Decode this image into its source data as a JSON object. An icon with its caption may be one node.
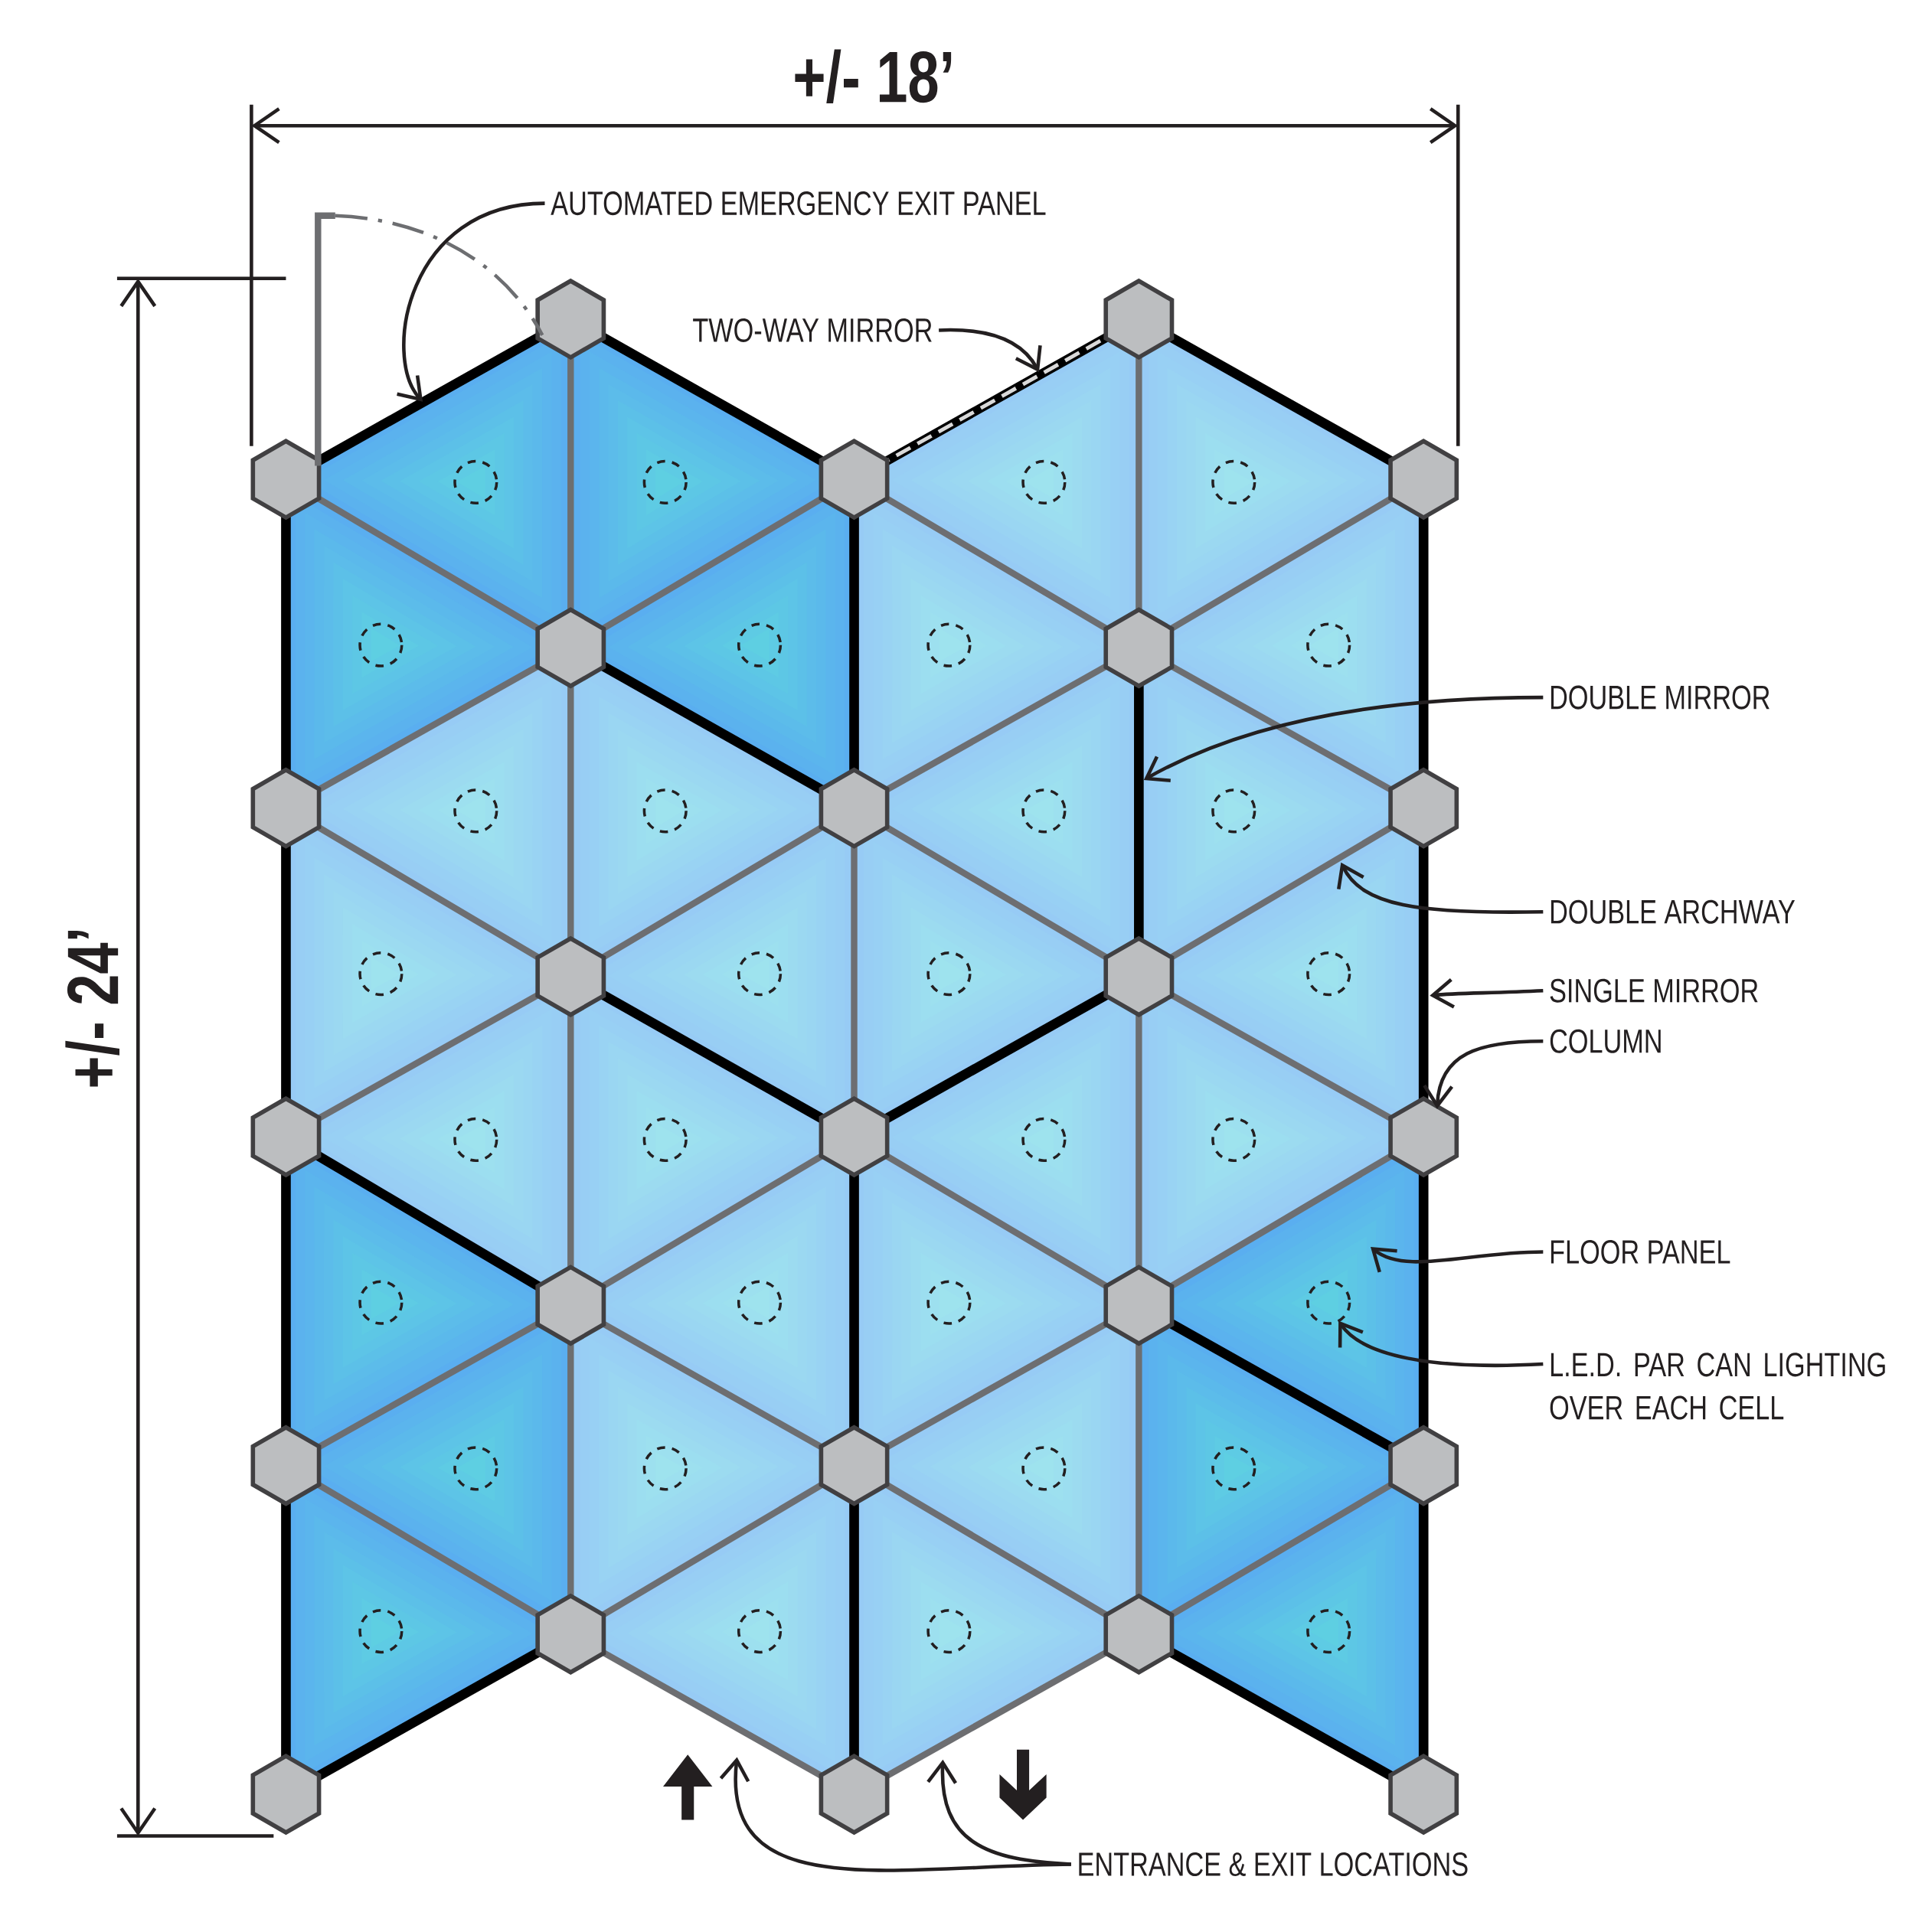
{
  "diagram": {
    "nodes": [
      {
        "text": [
          "AUTOMATED EMERGENCY EXIT PANEL"
        ]
      },
      {
        "text": [
          "TWO-WAY MIRROR"
        ]
      },
      {
        "text": [
          "DOUBLE MIRROR"
        ]
      },
      {
        "text": [
          "DOUBLE ARCHWAY"
        ]
      },
      {
        "text": [
          "SINGLE MIRROR"
        ]
      },
      {
        "text": [
          "COLUMN"
        ]
      },
      {
        "text": [
          "FLOOR PANEL"
        ]
      },
      {
        "text": [
          "L.E.D. PAR CAN LIGHTING OVER EACH CELL"
        ]
      },
      {
        "text": [
          "ENTRANCE & EXIT LOCATIONS"
        ]
      }
    ],
    "edges": [
      {
        "from": 0,
        "to": null,
        "arrow": "to"
      },
      {
        "from": 1,
        "to": null,
        "arrow": "to"
      },
      {
        "from": 2,
        "to": null,
        "arrow": "to"
      },
      {
        "from": 3,
        "to": null,
        "arrow": "to"
      },
      {
        "from": 4,
        "to": null,
        "arrow": "to"
      },
      {
        "from": 5,
        "to": null,
        "arrow": "to"
      },
      {
        "from": 6,
        "to": null,
        "arrow": "to"
      },
      {
        "from": 7,
        "to": null,
        "arrow": "to"
      },
      {
        "from": 8,
        "to": null,
        "arrow": "to"
      },
      {
        "from": 8,
        "to": null,
        "arrow": "to"
      }
    ],
    "labels": [
      "+/- 18’",
      "+/- 24’"
    ]
  }
}
